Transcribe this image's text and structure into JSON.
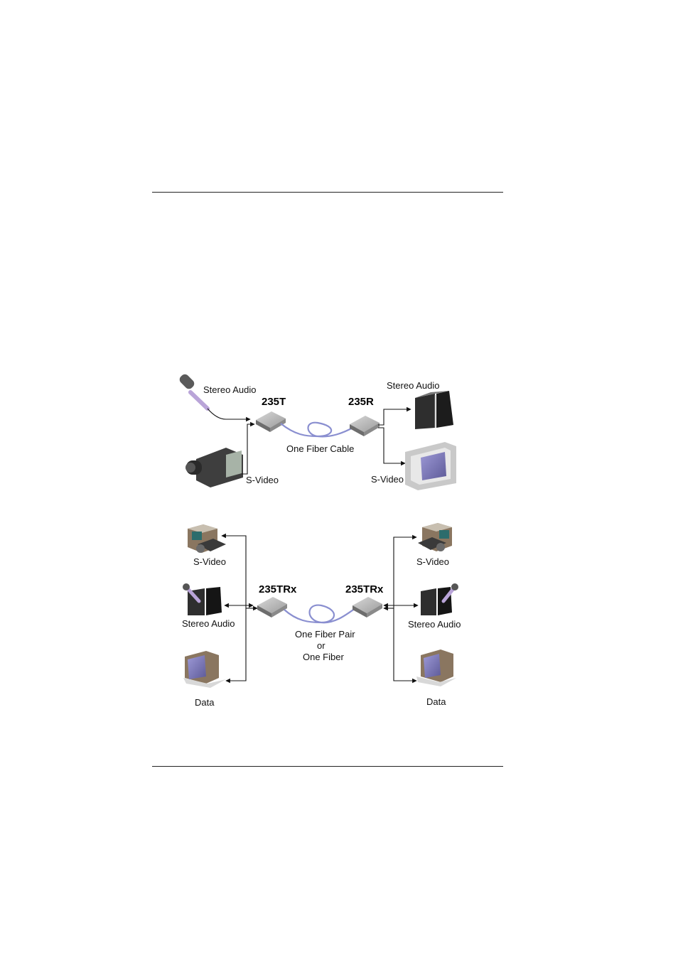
{
  "top_diagram": {
    "transmitter_model": "235T",
    "receiver_model": "235R",
    "source_audio_label": "Stereo Audio",
    "source_video_label": "S-Video",
    "cable_label": "One Fiber Cable",
    "dest_audio_label": "Stereo Audio",
    "dest_video_label": "S-Video"
  },
  "bottom_diagram": {
    "left_model": "235TRx",
    "right_model": "235TRx",
    "cable_label_line1": "One Fiber Pair",
    "cable_label_line2": "or",
    "cable_label_line3": "One Fiber",
    "left_video_label": "S-Video",
    "left_audio_label": "Stereo Audio",
    "left_data_label": "Data",
    "right_video_label": "S-Video",
    "right_audio_label": "Stereo Audio",
    "right_data_label": "Data"
  },
  "colors": {
    "fiber": "#8a8fd0",
    "device_body": "#9a9a9a",
    "screen": "#7c78b8"
  }
}
